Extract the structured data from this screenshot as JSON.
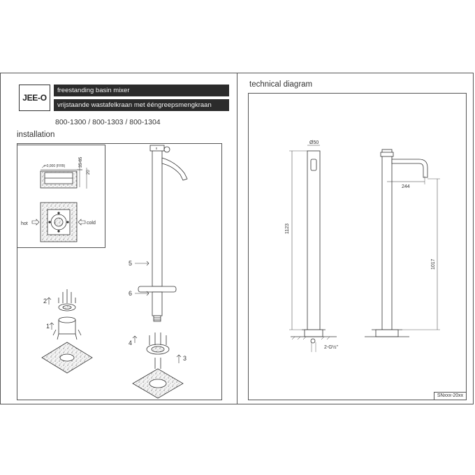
{
  "header": {
    "logo_text": "JEE-O",
    "product_en": "freestanding basin mixer",
    "product_nl": "vrijstaande wastafelkraan met ééngreepsmengkraan",
    "product_codes": "800-1300 / 800-1303 / 800-1304"
  },
  "installation": {
    "title": "installation",
    "inset": {
      "dim_ffb": "+-0,000 (FFB)",
      "dim_35_65": "35-65",
      "dim_20": "20",
      "hot_label": "hot",
      "cold_label": "cold"
    },
    "steps": {
      "s1": "1",
      "s2": "2",
      "s3": "3",
      "s4": "4",
      "s5": "5",
      "s6": "6"
    }
  },
  "technical": {
    "title": "technical diagram",
    "dim_diameter": "Ø50",
    "dim_height_total": "1123",
    "dim_reach": "244",
    "dim_height_spout": "1017",
    "dim_connection": "2-G½\"",
    "ref_code": "SNxxx-20xx"
  }
}
